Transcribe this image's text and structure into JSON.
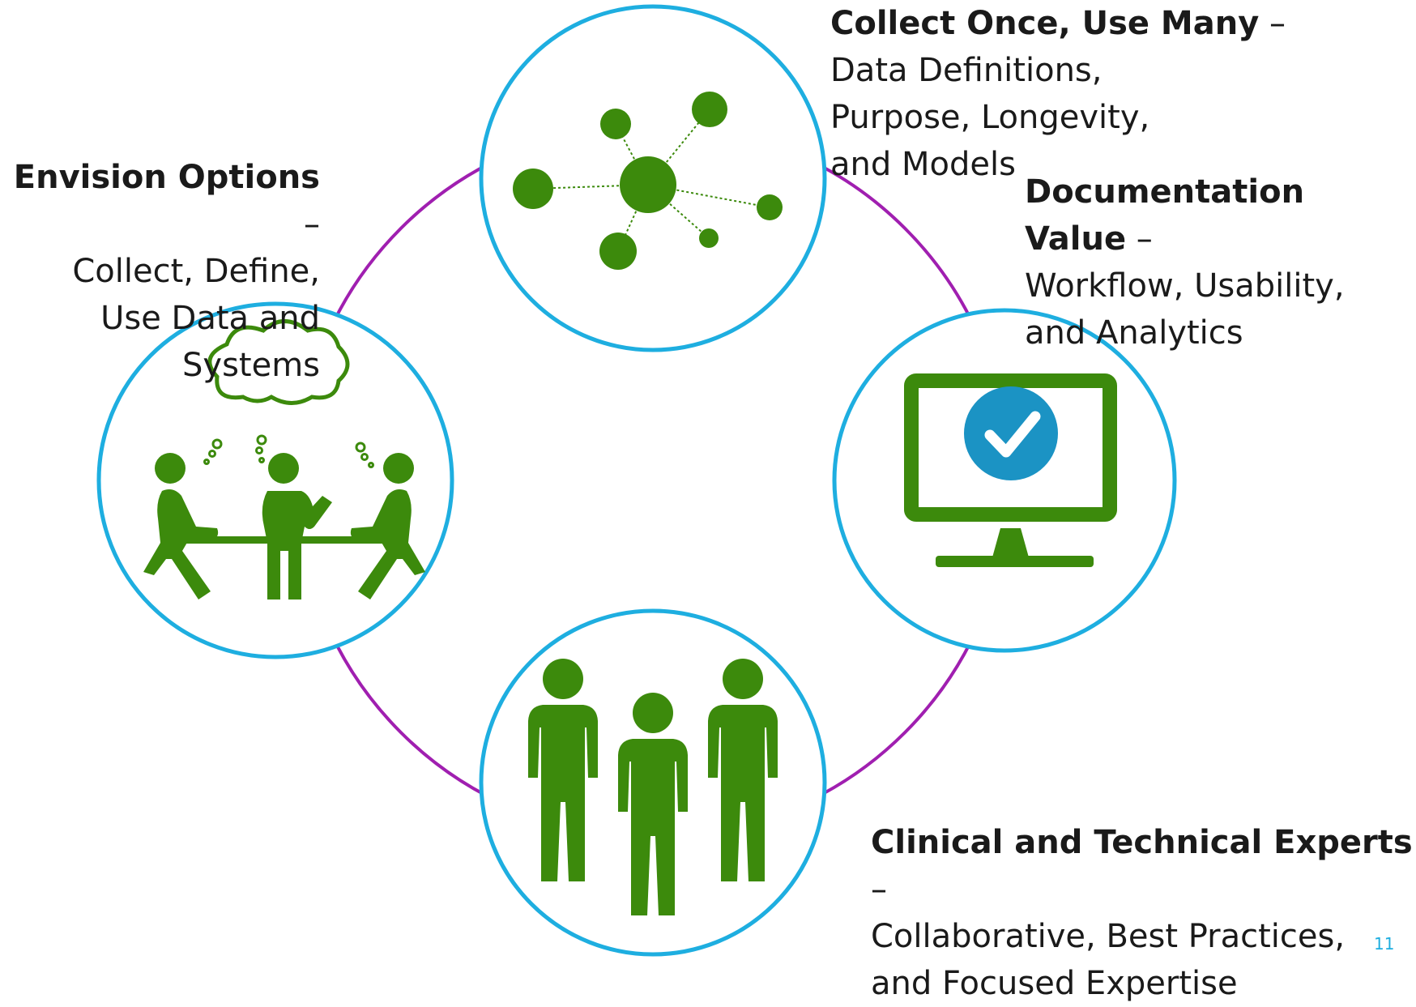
{
  "nodes": {
    "collect_once": {
      "title": "Collect Once, Use Many",
      "dash": " –",
      "description": "Data Definitions, Purpose, Longevity, and Models",
      "icon": "network-nodes-icon"
    },
    "envision_options": {
      "title": "Envision Options",
      "dash": " –",
      "description": "Collect, Define, Use Data and Systems",
      "icon": "team-meeting-icon"
    },
    "documentation_value": {
      "title": "Documentation Value",
      "dash": " –",
      "description": "Workflow, Usability, and Analytics",
      "icon": "monitor-checkmark-icon"
    },
    "clinical_experts": {
      "title": "Clinical and Technical Experts",
      "dash": " –",
      "description": "Collaborative, Best Practices, and Focused Expertise",
      "icon": "people-group-icon"
    }
  },
  "slide_number": "11",
  "colors": {
    "ring": "#a01fb0",
    "circle_border": "#1eaee0",
    "icon_green": "#3c8a0c",
    "check_blue": "#1b93c4",
    "text": "#1a1a1a"
  }
}
